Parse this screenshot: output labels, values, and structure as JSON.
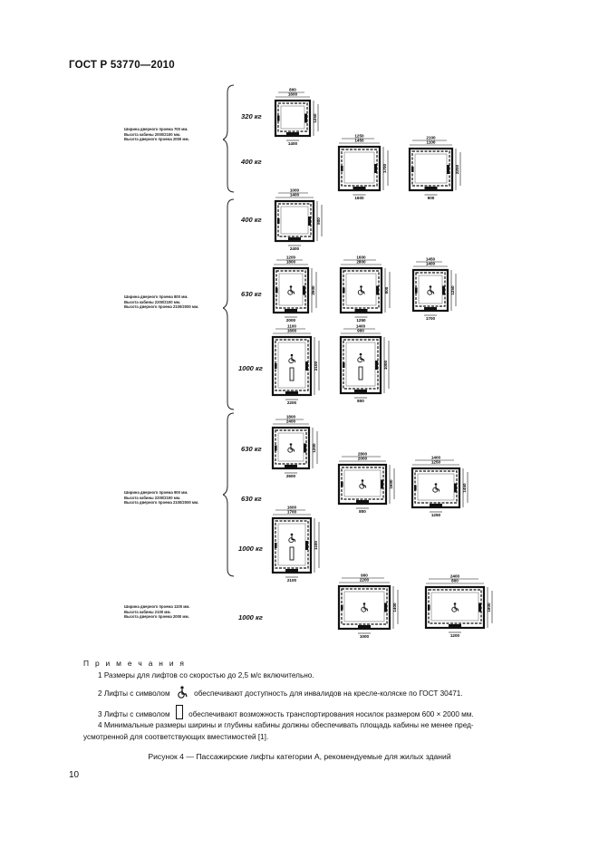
{
  "header": {
    "standard": "ГОСТ Р 53770—2010"
  },
  "groups": [
    {
      "lines": [
        "Ширина дверного проема 700 мм.",
        "Высота кабины 2000/2100 мм.",
        "Высота дверного проема 2000 мм."
      ]
    },
    {
      "lines": [
        "Ширина дверного проема 800 мм.",
        "Высота кабины 2200/2100 мм.",
        "Высота дверного проема 2100/2000 мм."
      ]
    },
    {
      "lines": [
        "Ширина дверного проема 900 мм.",
        "Высота кабины 2200/2100 мм.",
        "Высота дверного проема 2100/2000 мм."
      ]
    },
    {
      "lines": [
        "Ширина дверного проема 1100 мм.",
        "Высота кабины 2100 мм.",
        "Высота дверного проема 2000 мм."
      ]
    }
  ],
  "loads": [
    "320 кг",
    "400 кг",
    "400 кг",
    "630 кг",
    "1000 кг",
    "630 кг",
    "630 кг",
    "1000 кг",
    "1000 кг"
  ],
  "notes": {
    "title": "П р и м е ч а н и я",
    "n1": "1  Размеры для лифтов со скоростью до 2,5 м/с включительно.",
    "n2_before": "2  Лифты с символом",
    "n2_after": "обеспечивают доступность для инвалидов на кресле-коляске по ГОСТ 30471.",
    "n3_before": "3  Лифты с символом",
    "n3_after": "обеспечивают возможность транспортирования носилок размером 600 × 2000 мм.",
    "n4_line1": "4  Минимальные размеры ширины и глубины кабины должны обеспечивать площадь кабины не менее пред-",
    "n4_line2": "усмотренной для соответствующих вместимостей [1]."
  },
  "caption": "Рисунок 4 — Пассажирские лифты категории А, рекомендуемые для жилых зданий",
  "page_number": "10",
  "drawing": {
    "dimension_labels": [
      "1600",
      "800",
      "1250",
      "1400",
      "1450",
      "1250",
      "1700",
      "1600",
      "1100",
      "2100",
      "2200",
      "900",
      "1400",
      "1000",
      "800",
      "2400",
      "1800",
      "1200",
      "2600",
      "2000",
      "2800"
    ]
  }
}
